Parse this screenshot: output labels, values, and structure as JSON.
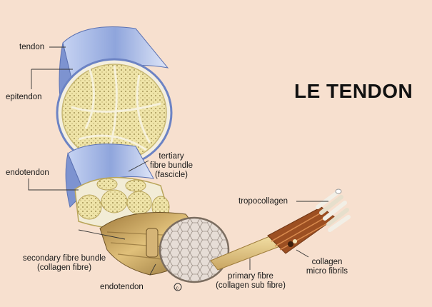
{
  "title": "LE TENDON",
  "labels": {
    "tendon": "tendon",
    "epitendon": "epitendon",
    "endotendon_left": "endotendon",
    "tertiary_line1": "tertiary",
    "tertiary_line2": "fibre bundle",
    "tertiary_line3": "(fascicle)",
    "secondary_line1": "secondary fibre bundle",
    "secondary_line2": "(collagen fibre)",
    "endotendon_bottom": "endotendon",
    "primary_line1": "primary fibre",
    "primary_line2": "(collagen sub fibre)",
    "tropocollagen": "tropocollagen",
    "collagen_line1": "collagen",
    "collagen_line2": "micro fibrils"
  },
  "colors": {
    "background": "#f7e0cf",
    "sheath": "#9fb3e3",
    "sheath_dark": "#6c83c4",
    "fascicle": "#eee3a6",
    "fascicle_edge": "#b9a55a",
    "fibre": "#c9a15e",
    "fibre_dark": "#8a6a33",
    "subfibre": "#e9cf8a",
    "fibril": "#b4612a"
  }
}
